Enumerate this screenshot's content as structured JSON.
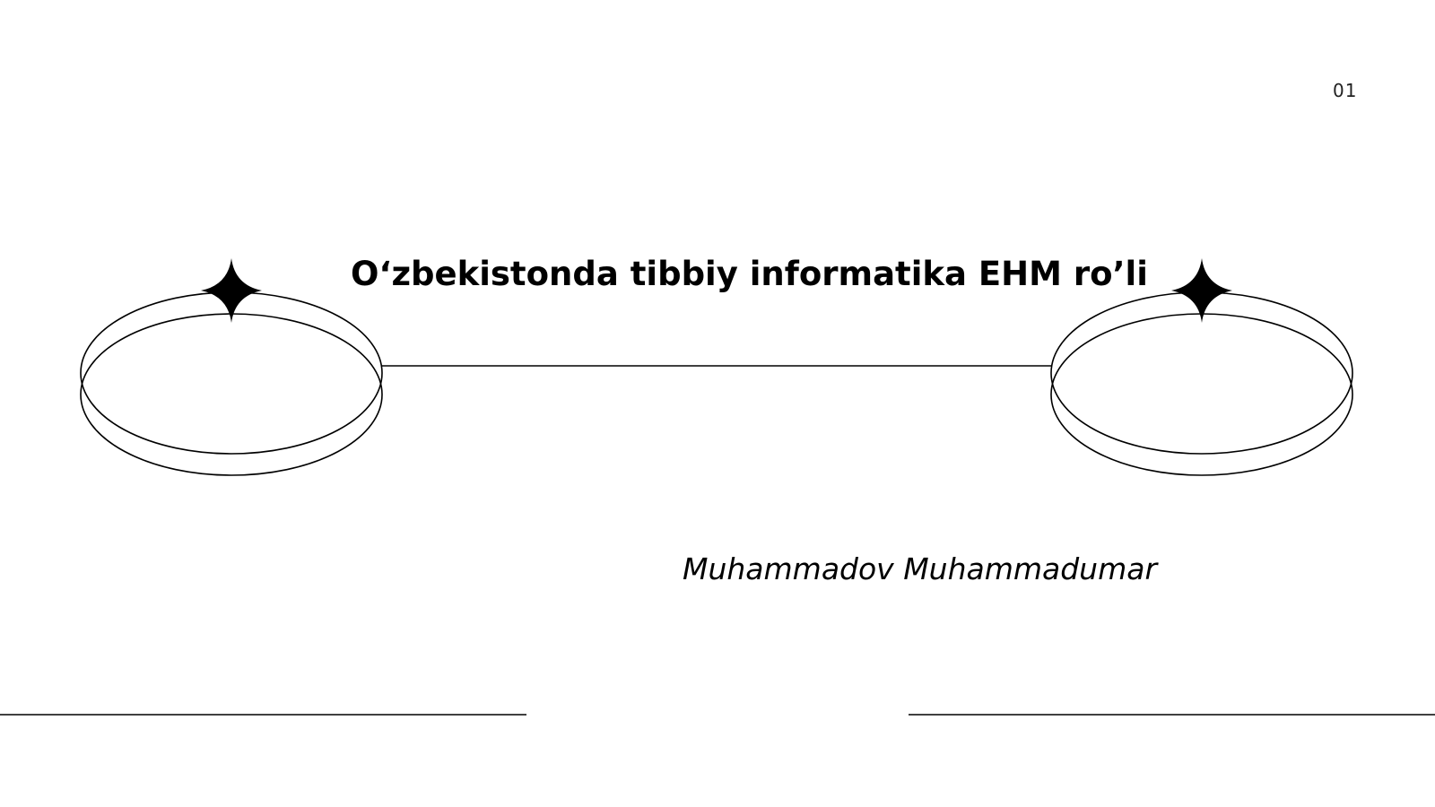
{
  "slide": {
    "page_number": "01",
    "title": "O‘zbekistonda tibbiy informatika EHM ro’li",
    "author": "Muhammadov Muhammadumar"
  },
  "decorations": {
    "icons": [
      "ring-icon",
      "star-icon"
    ],
    "stroke_color": "#000000",
    "background_color": "#ffffff"
  }
}
